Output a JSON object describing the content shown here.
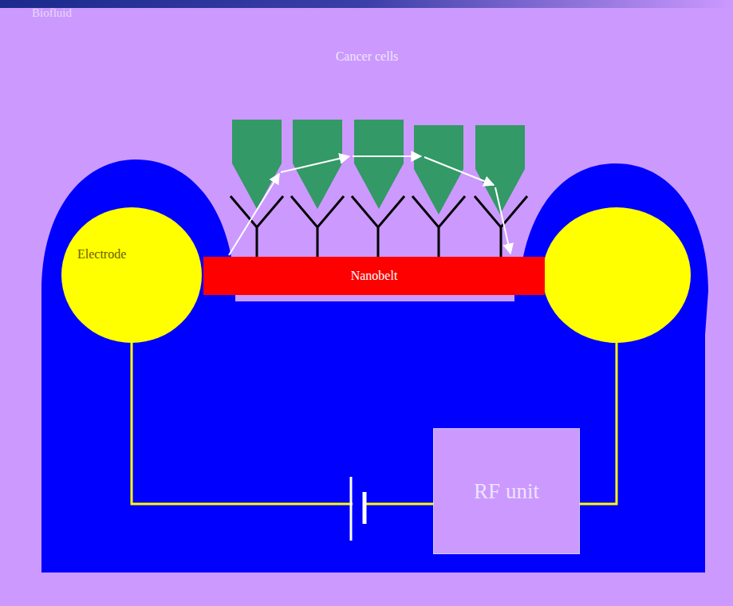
{
  "diagram": {
    "nodes": [
      {
        "text": [
          "Electrode"
        ]
      },
      {
        "text": [
          "Nanobelt"
        ]
      },
      {
        "text": [
          "RF unit"
        ]
      }
    ],
    "edges": [
      {
        "from": 0,
        "to": 2,
        "arrow": "none"
      }
    ],
    "labels": [
      "Biofluid",
      "Cancer cells"
    ]
  }
}
